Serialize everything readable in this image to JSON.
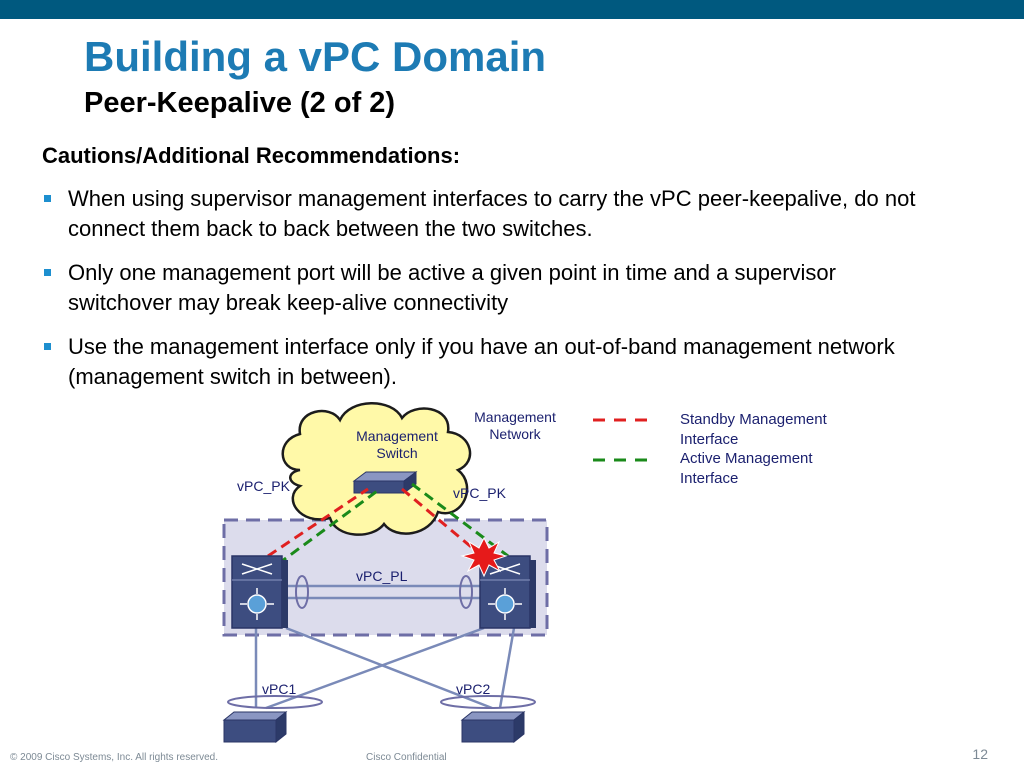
{
  "slide": {
    "title": "Building a vPC Domain",
    "subtitle": "Peer-Keepalive (2 of 2)",
    "section_heading": "Cautions/Additional Recommendations:",
    "bullets": [
      "When using supervisor management interfaces to carry the vPC peer-keepalive, do not connect them back to back between the two switches.",
      "Only one management port will be active a given point in time and a supervisor switchover may break keep-alive connectivity",
      "Use the management interface only if you have an out-of-band management network (management switch in between)."
    ]
  },
  "diagram": {
    "management_network_label": "Management Network",
    "management_switch_label": "Management Switch",
    "vpc_pk_left_label": "vPC_PK",
    "vpc_pk_right_label": "vPC_PK",
    "vpc_pl_label": "vPC_PL",
    "vpc1_label": "vPC1",
    "vpc2_label": "vPC2",
    "legend": [
      {
        "label": "Standby Management Interface",
        "color": "#e02020",
        "style": "dashed"
      },
      {
        "label": "Active Management Interface",
        "color": "#1a8a1a",
        "style": "dashed"
      }
    ],
    "icons": [
      "cloud-icon",
      "management-switch-icon",
      "nexus-switch-icon",
      "access-switch-icon",
      "failure-burst-icon"
    ]
  },
  "colors": {
    "header_bar": "#00597f",
    "title": "#1d7bb4",
    "bullet": "#1d8fcf",
    "cloud_fill": "#fff9a8",
    "vpc_domain_fill": "#dcdcec",
    "switch_fill": "#3d4d80",
    "standby_link": "#e02020",
    "active_link": "#1a8a1a"
  },
  "footer": {
    "copyright": "© 2009 Cisco Systems, Inc. All rights reserved.",
    "confidential": "Cisco Confidential",
    "page_number": "12"
  }
}
